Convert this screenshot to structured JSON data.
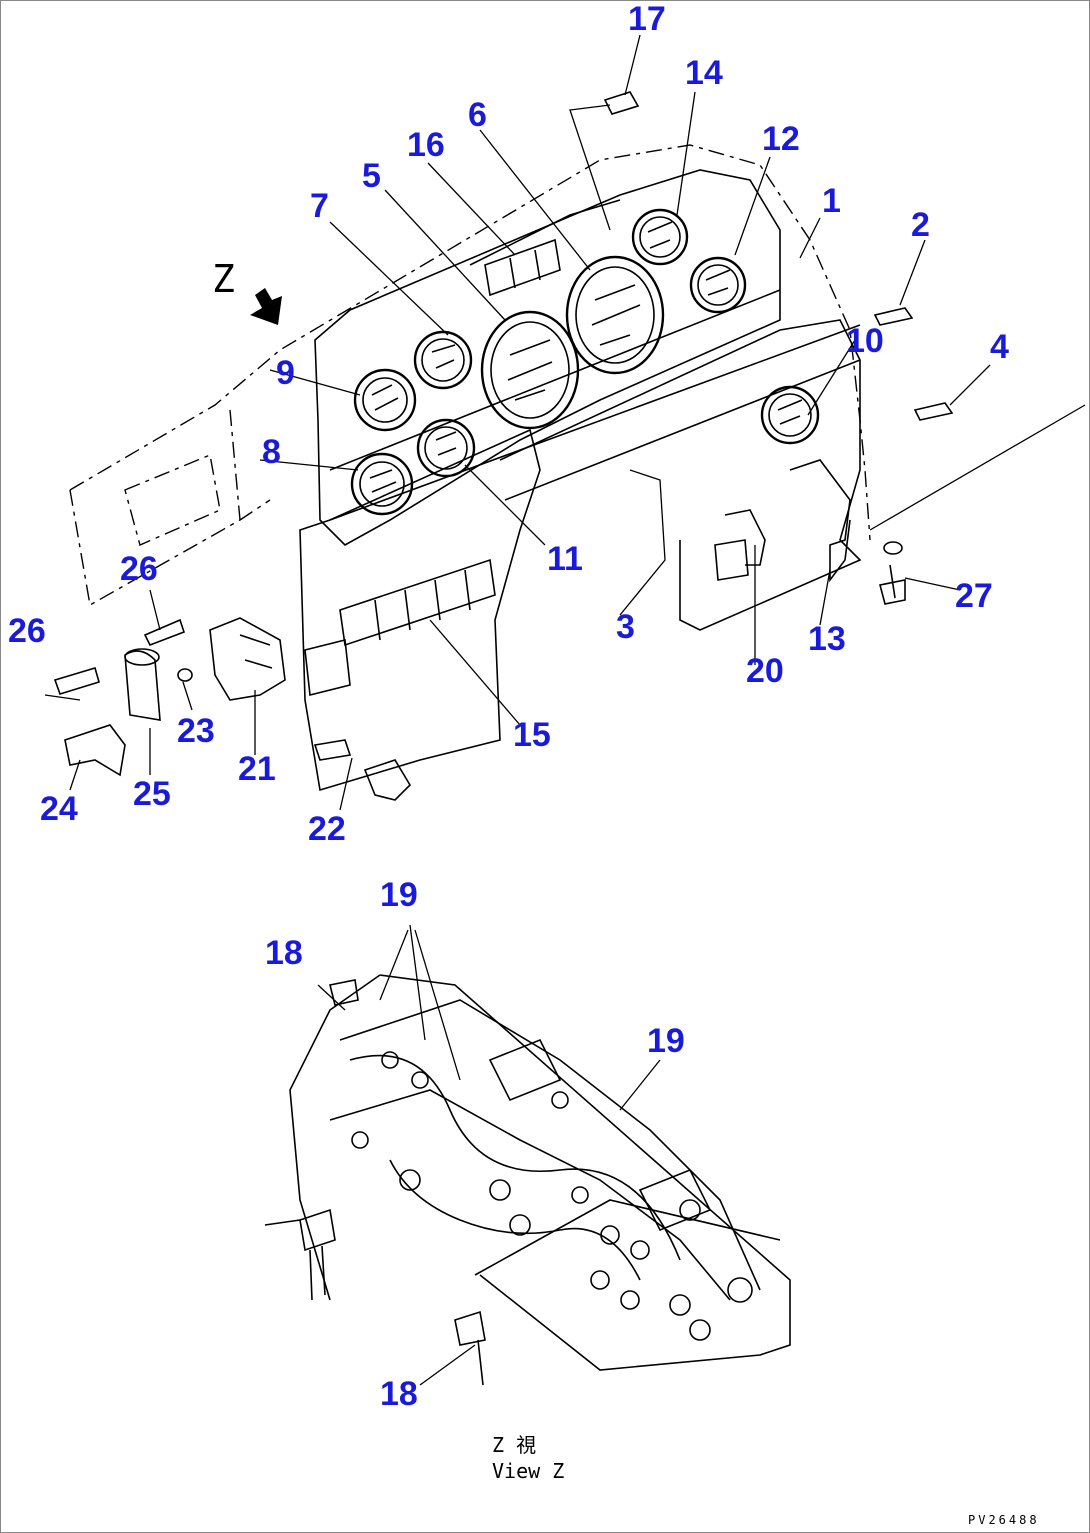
{
  "diagram": {
    "view_arrow_label": "Z",
    "view_caption_jp": "Z 視",
    "view_caption_en": "View Z",
    "drawing_number": "PV26488",
    "callout_color": "#1a1adb",
    "callouts": [
      "1",
      "2",
      "3",
      "4",
      "5",
      "6",
      "7",
      "8",
      "9",
      "10",
      "11",
      "12",
      "13",
      "14",
      "15",
      "16",
      "17",
      "18",
      "18",
      "19",
      "19",
      "20",
      "21",
      "22",
      "23",
      "24",
      "25",
      "26",
      "26",
      "27"
    ]
  }
}
